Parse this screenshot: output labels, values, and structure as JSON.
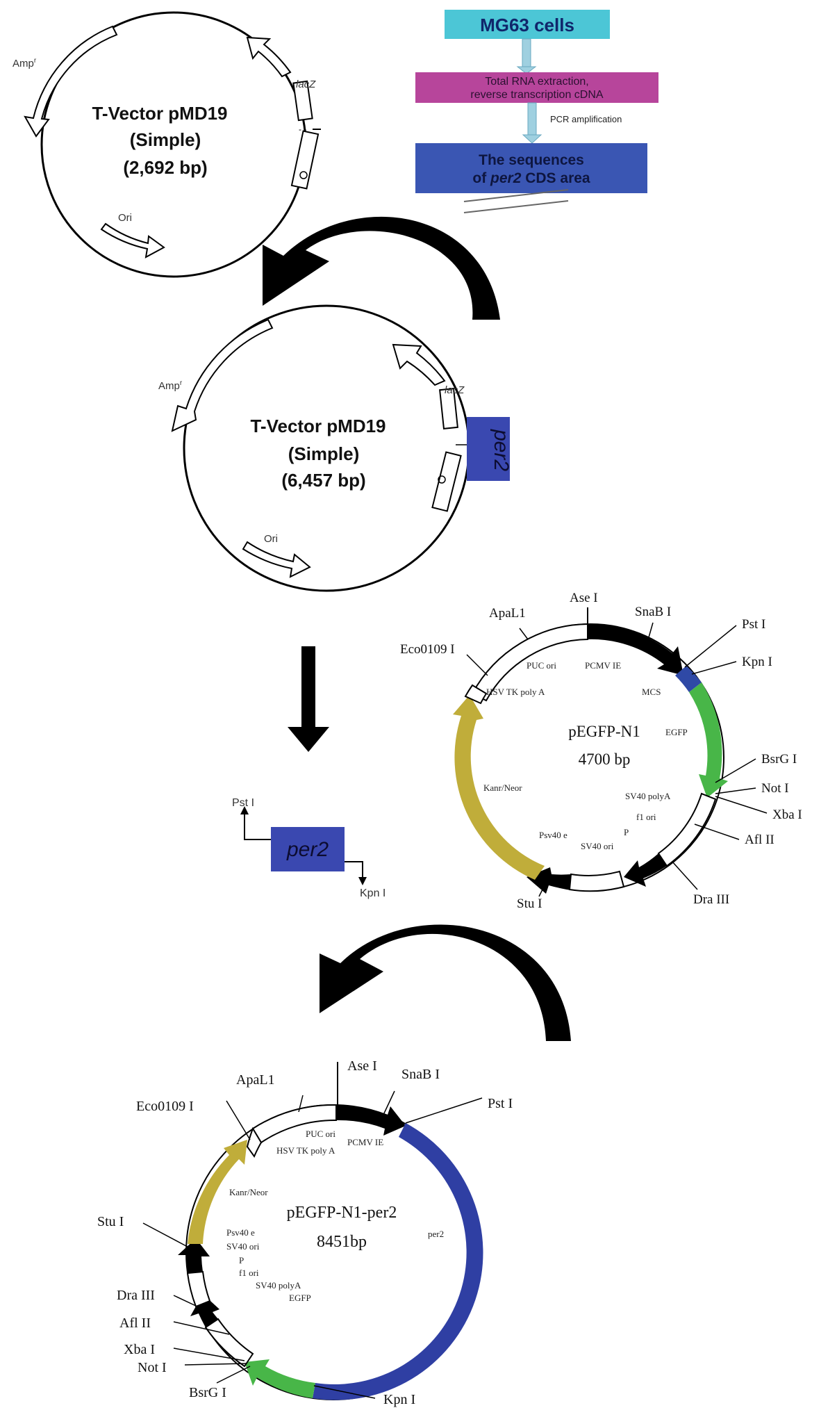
{
  "flow": {
    "step1": "MG63 cells",
    "step2_line1": "Total RNA extraction,",
    "step2_line2": "reverse transcription cDNA",
    "step2_note": "PCR amplification",
    "step3_line1": "The sequences",
    "step3_line2_pre": "of ",
    "step3_line2_ital": "per2",
    "step3_line2_post": " CDS area",
    "colors": {
      "step1": "#4cc6d6",
      "step2": "#b7459b",
      "step3": "#3a56b3",
      "connector": "#9fd0e0"
    }
  },
  "vector1": {
    "title1": "T-Vector pMD19",
    "title2": "(Simple)",
    "title3": "(2,692 bp)",
    "amp": "Amp",
    "amp_sup": "r",
    "lacz": "lacZ",
    "ori": "Ori"
  },
  "vector2": {
    "title1": "T-Vector pMD19",
    "title2": "(Simple)",
    "title3": "(6,457 bp)",
    "amp": "Amp",
    "amp_sup": "r",
    "lacz": "lacZ",
    "ori": "Ori",
    "insert": "per2"
  },
  "insert_fragment": {
    "label": "per2",
    "left_site": "Pst I",
    "right_site": "Kpn I"
  },
  "pegfp": {
    "title1": "pEGFP-N1",
    "title2": "4700 bp",
    "sites": {
      "apal1": "ApaL1",
      "ase": "Ase I",
      "snab": "SnaB I",
      "pst": "Pst I",
      "kpn": "Kpn I",
      "bsrg": "BsrG I",
      "not": "Not I",
      "xba": "Xba I",
      "afl": "Afl II",
      "dra": "Dra III",
      "stu": "Stu I",
      "eco": "Eco0109 I"
    },
    "features": {
      "puc": "PUC ori",
      "pcmv": "PCMV IE",
      "mcs": "MCS",
      "egfp": "EGFP",
      "sv40pa": "SV40 polyA",
      "f1": "f1 ori",
      "p": "P",
      "sv40ori": "SV40 ori",
      "psv40": "Psv40 e",
      "kan": "Kanr/Neor",
      "hsv": "HSV TK poly A"
    },
    "colors": {
      "egfp": "#48b648",
      "mcs": "#2f49a6",
      "kan": "#c0ad3a",
      "black": "#000000"
    }
  },
  "final": {
    "title1": "pEGFP-N1-per2",
    "title2": "8451bp",
    "sites": {
      "apal1": "ApaL1",
      "ase": "Ase I",
      "snab": "SnaB I",
      "pst": "Pst I",
      "eco": "Eco0109 I",
      "stu": "Stu I",
      "dra": "Dra III",
      "afl": "Afl II",
      "xba": "Xba I",
      "not": "Not I",
      "bsrg": "BsrG I",
      "kpn": "Kpn I"
    },
    "features": {
      "puc": "PUC ori",
      "pcmv": "PCMV IE",
      "hsv": "HSV TK poly A",
      "kan": "Kanr/Neor",
      "psv40": "Psv40 e",
      "sv40ori": "SV40 ori",
      "p": "P",
      "f1": "f1 ori",
      "sv40pa": "SV40 polyA",
      "egfp": "EGFP",
      "per2": "per2"
    },
    "colors": {
      "per2": "#2f3fa3",
      "egfp": "#48b648",
      "kan": "#c0ad3a"
    }
  }
}
